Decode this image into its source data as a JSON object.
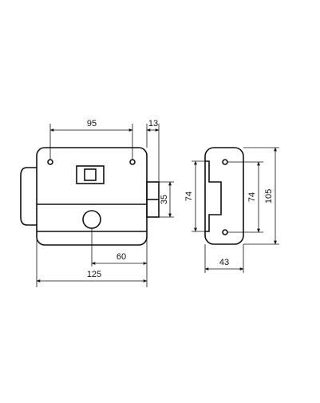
{
  "drawing": {
    "line_color": "#111111",
    "background": "#ffffff",
    "lock_view": {
      "dimensions": {
        "hole_spacing": "95",
        "bolt_projection": "13",
        "bolt_height": "35",
        "cylinder_offset": "60",
        "total_width": "125"
      }
    },
    "strike_view": {
      "dimensions": {
        "opening_height_left": "74",
        "hole_spacing": "74",
        "total_height": "105",
        "width": "43"
      }
    }
  }
}
